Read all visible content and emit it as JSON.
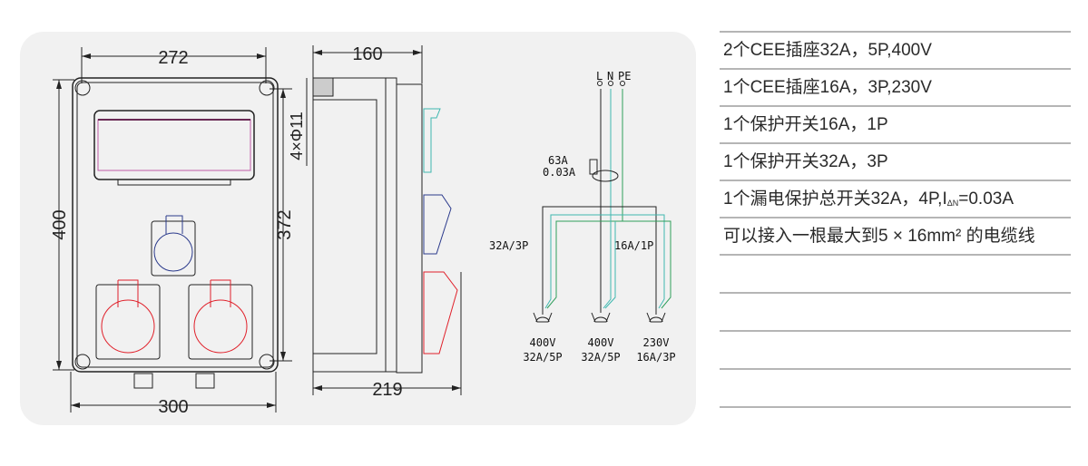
{
  "drawing": {
    "front_view": {
      "width_top": "272",
      "height_left": "400",
      "height_right": "372",
      "width_bottom": "300"
    },
    "side_view": {
      "depth_top": "160",
      "depth_bottom": "219",
      "holes": "4×Φ11"
    },
    "schematic": {
      "terminals": [
        "L",
        "N",
        "PE"
      ],
      "rcd_rating": "63A",
      "rcd_sensitivity": "0.03A",
      "breaker_left": "32A/3P",
      "breaker_right": "16A/1P",
      "outlets": [
        {
          "voltage": "400V",
          "rating": "32A/5P"
        },
        {
          "voltage": "400V",
          "rating": "32A/5P"
        },
        {
          "voltage": "230V",
          "rating": "16A/3P"
        }
      ]
    },
    "colors": {
      "red": "#e0202a",
      "blue": "#2b3a8c",
      "cyan": "#3fb8b0",
      "green": "#2e9e5a",
      "pink": "#c05aa8"
    }
  },
  "spec_list": {
    "items": [
      "2个CEE插座32A，5P,400V",
      "1个CEE插座16A，3P,230V",
      "1个保护开关16A，1P",
      "1个保护开关32A，3P",
      "1个漏电保护总开关32A，4P,I",
      "可以接入一根最大到5 × 16mm² 的电缆线"
    ],
    "item5_sub": "ΔN",
    "item5_tail": "=0.03A"
  }
}
